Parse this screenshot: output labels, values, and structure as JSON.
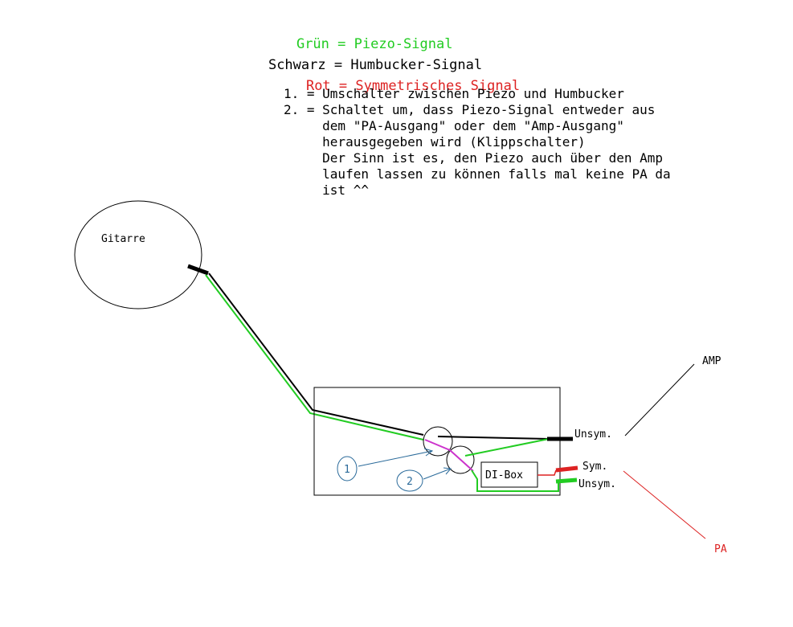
{
  "legend": [
    {
      "key": "Grün",
      "value": "Piezo-Signal",
      "color": "#22cc22"
    },
    {
      "key": "Schwarz",
      "value": "Humbucker-Signal",
      "color": "#000000"
    },
    {
      "key": "Rot",
      "value": "Symmetrisches Signal",
      "color": "#dd2222"
    }
  ],
  "notes": [
    "1. = Umschalter zwischen Piezo und Humbucker",
    "2. = Schaltet um, dass Piezo-Signal entweder aus",
    "     dem \"PA-Ausgang\" oder dem \"Amp-Ausgang\"",
    "     herausgegeben wird (Klippschalter)",
    "     Der Sinn ist es, den Piezo auch über den Amp",
    "     laufen lassen zu können falls mal keine PA da",
    "     ist ^^"
  ],
  "diagram": {
    "guitar_label": "Gitarre",
    "switch1_label": "1",
    "switch2_label": "2",
    "dibox_label": "DI-Box",
    "unsym_top_label": "Unsym.",
    "sym_label": "Sym.",
    "unsym_bottom_label": "Unsym.",
    "amp_label": "AMP",
    "pa_label": "PA"
  },
  "colors": {
    "green": "#22cc22",
    "black": "#000000",
    "red": "#dd2222",
    "magenta": "#cc33cc",
    "blue": "#2a6a9a"
  }
}
